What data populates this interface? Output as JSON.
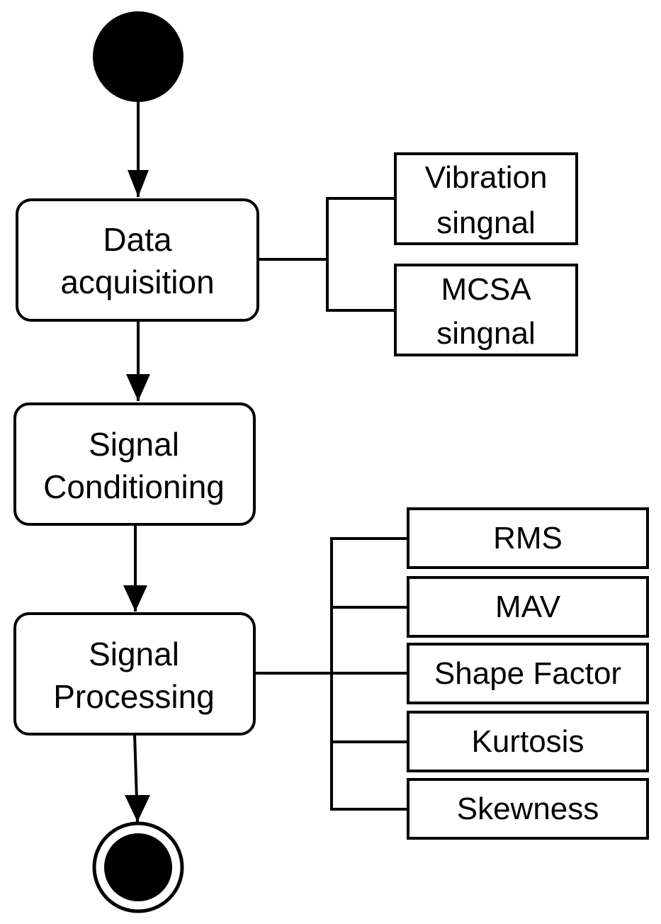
{
  "diagram": {
    "type": "activity",
    "colors": {
      "stroke": "#000000",
      "fill": "#ffffff",
      "marker": "#000000"
    },
    "start_node": {
      "icon": "initial-node"
    },
    "end_node": {
      "icon": "final-node"
    },
    "activities": [
      {
        "id": "data-acquisition",
        "lines": [
          "Data",
          "acquisition"
        ]
      },
      {
        "id": "signal-conditioning",
        "lines": [
          "Signal",
          "Conditioning"
        ]
      },
      {
        "id": "signal-processing",
        "lines": [
          "Signal",
          "Processing"
        ]
      }
    ],
    "acquisition_outputs": [
      {
        "lines": [
          "Vibration",
          "singnal"
        ]
      },
      {
        "lines": [
          "MCSA",
          "singnal"
        ]
      }
    ],
    "processing_features": [
      {
        "label": "RMS"
      },
      {
        "label": "MAV"
      },
      {
        "label": "Shape Factor"
      },
      {
        "label": "Kurtosis"
      },
      {
        "label": "Skewness"
      }
    ]
  }
}
